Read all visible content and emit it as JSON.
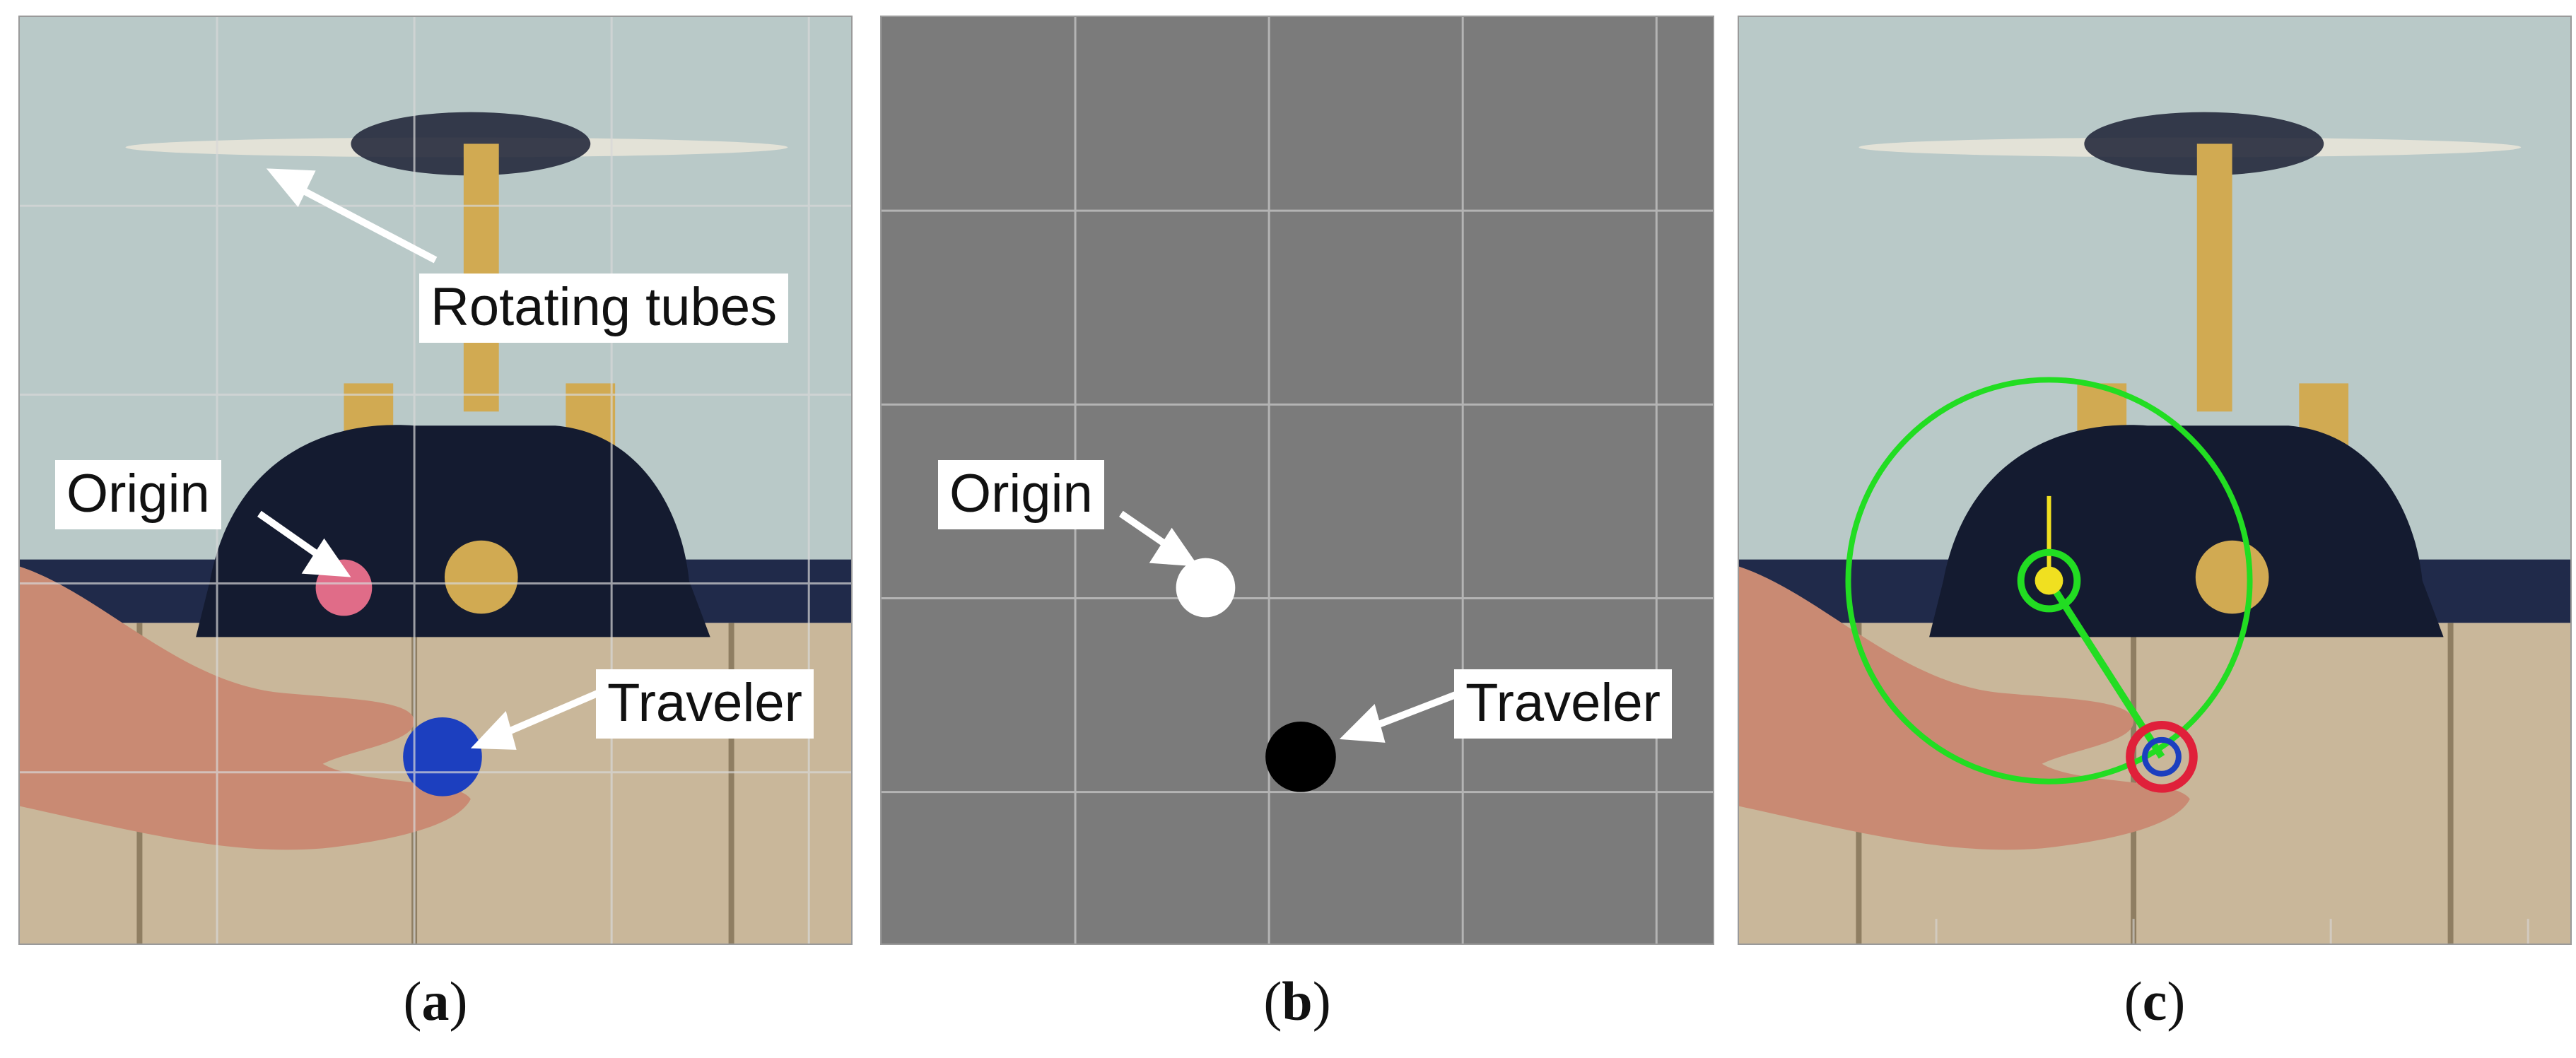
{
  "figure": {
    "panels": [
      {
        "id": "a",
        "caption_letter": "a",
        "kind": "photo",
        "annotations": {
          "rotating_tubes": "Rotating tubes",
          "origin": "Origin",
          "traveler": "Traveler"
        }
      },
      {
        "id": "b",
        "caption_letter": "b",
        "kind": "binary-mask",
        "annotations": {
          "origin": "Origin",
          "traveler": "Traveler"
        }
      },
      {
        "id": "c",
        "caption_letter": "c",
        "kind": "tracking-overlay"
      }
    ],
    "colors": {
      "background_wall": "#b9c9c8",
      "body_dark": "#141b30",
      "yellow_part": "#d1aa52",
      "origin_marker": "#e06c88",
      "traveler_marker": "#1c3fbf",
      "mask_gray": "#7b7b7b",
      "track_green": "#22dd22",
      "track_red": "#e0203a",
      "track_yellow": "#f0e020"
    }
  }
}
